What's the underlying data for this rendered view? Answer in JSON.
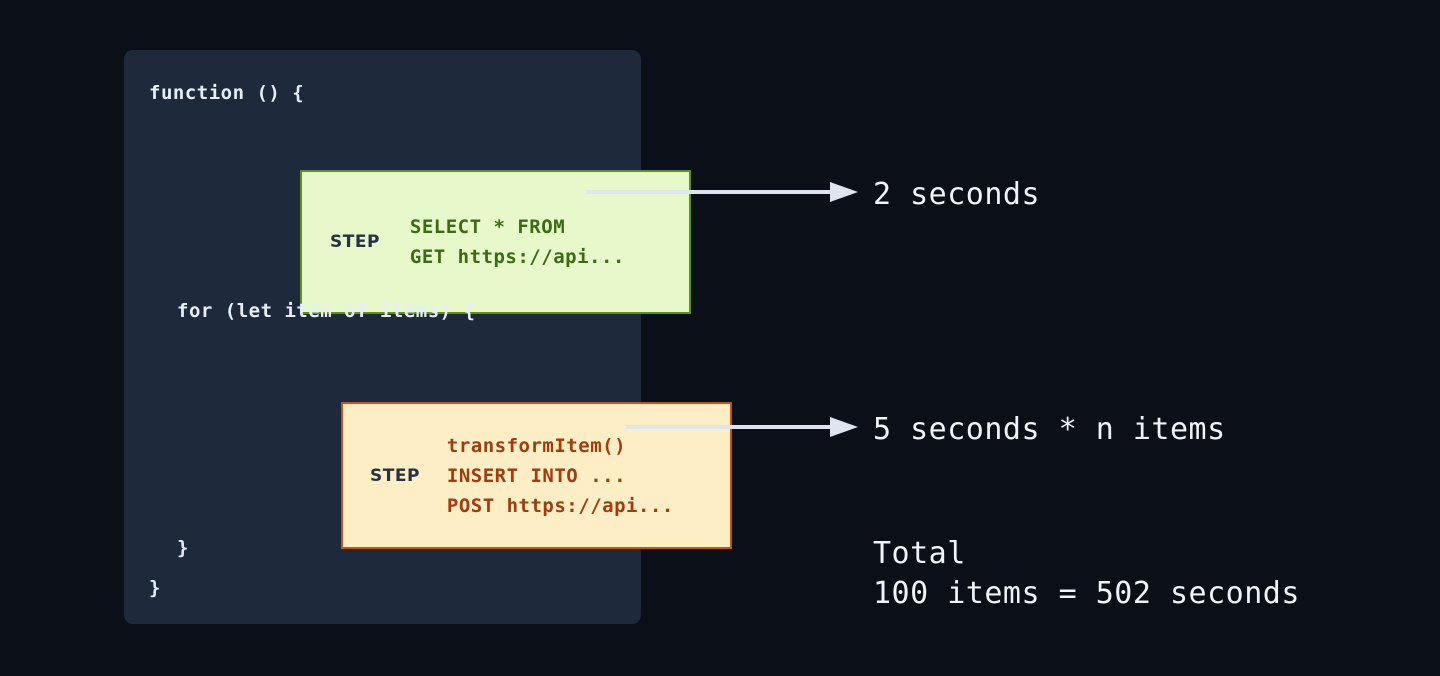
{
  "theme": {
    "background": "#0b1018",
    "panel_background": "#1e293b",
    "code_text": "#e8eef7",
    "annotation_text": "#f0f3f8",
    "arrow": "#dde5f0",
    "step_label": "#263146",
    "green_fill": "#e7f8cb",
    "green_border": "#5e8f26",
    "green_text": "#3b6b12",
    "orange_fill": "#fdeec6",
    "orange_border": "#c4570f",
    "orange_text": "#a23c0d"
  },
  "code_panel": {
    "function_open": "function () {",
    "for_open": "for (let item of items) {",
    "for_close": "}",
    "function_close": "}",
    "steps": [
      {
        "label": "STEP",
        "lines": "SELECT * FROM\nGET https://api...",
        "accent": "green"
      },
      {
        "label": "STEP",
        "lines": "transformItem()\nINSERT INTO ...\nPOST https://api...",
        "accent": "orange"
      }
    ]
  },
  "annotations": {
    "step_1_cost": "2 seconds",
    "step_2_cost": "5 seconds * n items",
    "total": "Total\n100 items = 502 seconds"
  }
}
